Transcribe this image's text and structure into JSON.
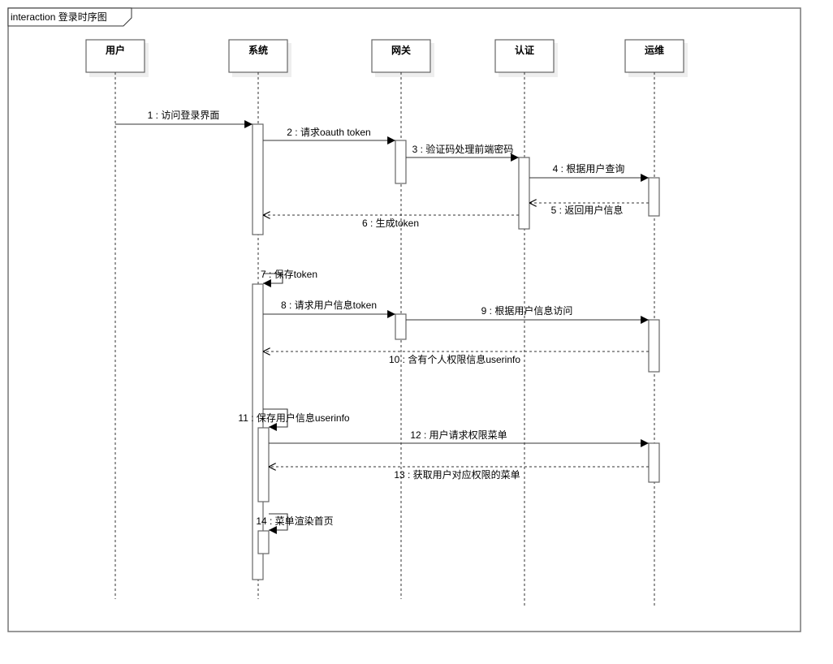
{
  "frame": {
    "title": "interaction 登录时序图"
  },
  "participants": [
    {
      "id": "user",
      "label": "用户"
    },
    {
      "id": "system",
      "label": "系统"
    },
    {
      "id": "gateway",
      "label": "网关"
    },
    {
      "id": "auth",
      "label": "认证"
    },
    {
      "id": "ops",
      "label": "运维"
    }
  ],
  "messages": [
    {
      "label": "1 : 访问登录界面",
      "from": "user",
      "to": "system",
      "kind": "sync"
    },
    {
      "label": "2 : 请求oauth token",
      "from": "system",
      "to": "gateway",
      "kind": "sync"
    },
    {
      "label": "3 : 验证码处理前端密码",
      "from": "gateway",
      "to": "auth",
      "kind": "sync"
    },
    {
      "label": "4 : 根据用户查询",
      "from": "auth",
      "to": "ops",
      "kind": "sync"
    },
    {
      "label": "5 : 返回用户信息",
      "from": "ops",
      "to": "auth",
      "kind": "return"
    },
    {
      "label": "6 : 生成token",
      "from": "auth",
      "to": "system",
      "kind": "return"
    },
    {
      "label": "7 : 保存token",
      "from": "system",
      "to": "system",
      "kind": "self"
    },
    {
      "label": "8 : 请求用户信息token",
      "from": "system",
      "to": "gateway",
      "kind": "sync"
    },
    {
      "label": "9 : 根据用户信息访问",
      "from": "gateway",
      "to": "ops",
      "kind": "sync"
    },
    {
      "label": "10 : 含有个人权限信息userinfo",
      "from": "ops",
      "to": "system",
      "kind": "return"
    },
    {
      "label": "11 : 保存用户信息userinfo",
      "from": "system",
      "to": "system",
      "kind": "self"
    },
    {
      "label": "12 : 用户请求权限菜单",
      "from": "system",
      "to": "ops",
      "kind": "sync"
    },
    {
      "label": "13 : 获取用户对应权限的菜单",
      "from": "ops",
      "to": "system",
      "kind": "return"
    },
    {
      "label": "14 : 菜单渲染首页",
      "from": "system",
      "to": "system",
      "kind": "self"
    }
  ]
}
